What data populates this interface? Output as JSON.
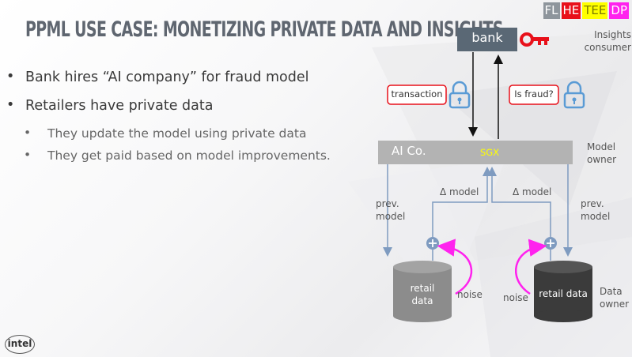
{
  "slide": {
    "title": "PPML USE CASE: MONETIZING PRIVATE DATA AND INSIGHTS",
    "bullets": [
      {
        "text": "Bank hires “AI company” for fraud model",
        "level": 1
      },
      {
        "text": "Retailers have private data",
        "level": 1
      },
      {
        "text": "They update the model using private data",
        "level": 2
      },
      {
        "text": "They get paid based on model improvements.",
        "level": 2
      }
    ]
  },
  "tags": [
    {
      "label": "FL",
      "bg": "#8e959c",
      "color": "#ffffff"
    },
    {
      "label": "HE",
      "bg": "#e8101a",
      "color": "#ffffff"
    },
    {
      "label": "TEE",
      "bg": "#ffff00",
      "color": "#7a7a00"
    },
    {
      "label": "DP",
      "bg": "#ff22ee",
      "color": "#ffffff"
    }
  ],
  "diagram": {
    "bank": "bank",
    "insights_consumer": "Insights consumer",
    "transaction": "transaction",
    "is_fraud": "Is fraud?",
    "ai_co": "AI Co.",
    "sgx": "SGX",
    "model_owner": "Model owner",
    "delta_model_left": "Δ model",
    "delta_model_right": "Δ model",
    "prev_model_left": "prev. model",
    "prev_model_right": "prev. model",
    "retail_data_left": "retail data",
    "retail_data_right": "retail data",
    "noise_left": "noise",
    "noise_right": "noise",
    "data_owner": "Data owner"
  },
  "logo": "intel",
  "colors": {
    "title": "#5f6670",
    "bank_box": "#5a6875",
    "ai_bar": "#b3b3b3",
    "sgx": "#ffff00",
    "key": "#e8101a",
    "lock": "#5a9bd5",
    "highlight_box": "#e8101a",
    "connector": "#7f9bc0",
    "plus": "#7f9bc0",
    "noise_arrow": "#ff22ee",
    "db_left": "#8c8c8c",
    "db_right": "#3b3b3b"
  }
}
